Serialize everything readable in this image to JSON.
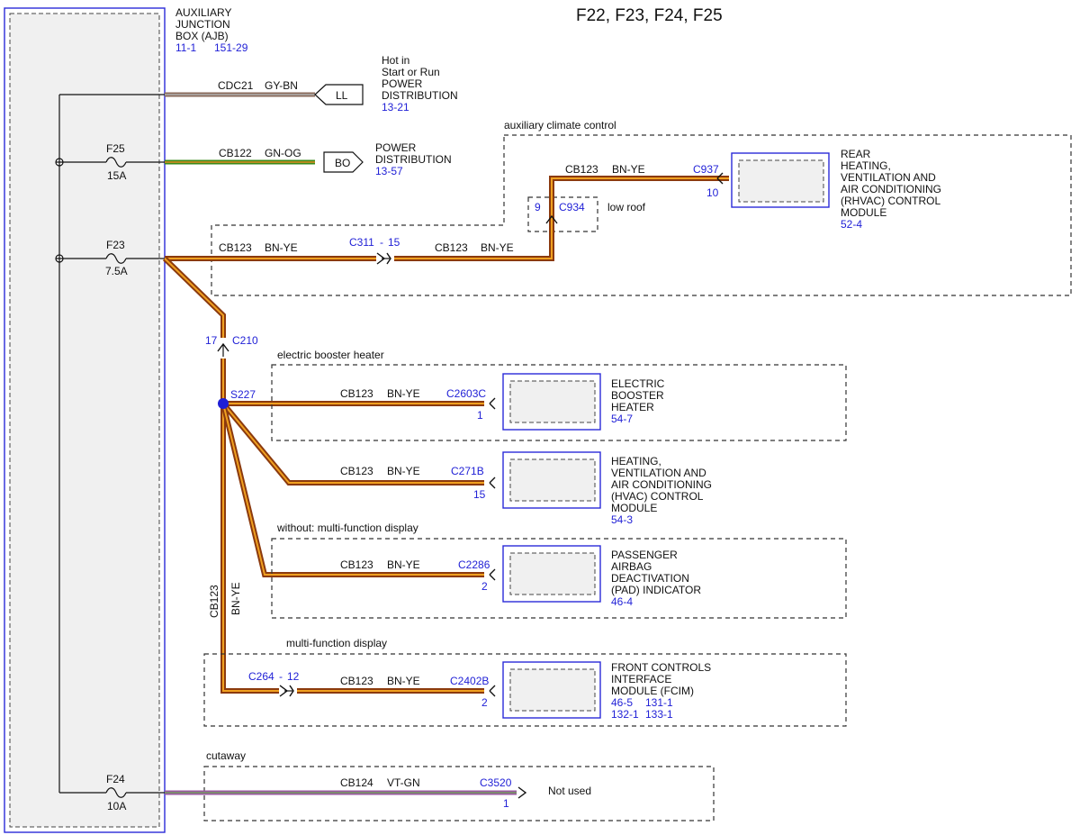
{
  "page_title": "F22, F23, F24, F25",
  "ajb": {
    "name_lines": [
      "AUXILIARY",
      "JUNCTION",
      "BOX (AJB)"
    ],
    "refs": [
      "11-1",
      "151-29"
    ]
  },
  "fuses": {
    "f25": {
      "id": "F25",
      "rating": "15A"
    },
    "f23": {
      "id": "F23",
      "rating": "7.5A"
    },
    "f24": {
      "id": "F24",
      "rating": "10A"
    }
  },
  "wire_ll": {
    "circuit": "CDC21",
    "color": "GY-BN",
    "connector": "LL",
    "desc": [
      "Hot in",
      "Start or Run",
      "POWER",
      "DISTRIBUTION"
    ],
    "ref": "13-21"
  },
  "wire_bo": {
    "circuit": "CB122",
    "color": "GN-OG",
    "connector": "BO",
    "desc": [
      "POWER",
      "DISTRIBUTION"
    ],
    "ref": "13-57"
  },
  "aux_climate": {
    "label": "auxiliary climate control",
    "circuit": "CB123",
    "color": "BN-YE",
    "inline_connector": "C311",
    "inline_pin": "15",
    "low_roof_label": "low roof",
    "c934_pin": "9",
    "c934": "C934",
    "connector": "C937",
    "pin": "10",
    "module_lines": [
      "REAR",
      "HEATING,",
      "VENTILATION AND",
      "AIR CONDITIONING",
      "(RHVAC) CONTROL",
      "MODULE"
    ],
    "module_ref": "52-4"
  },
  "c210": {
    "pin": "17",
    "name": "C210"
  },
  "splice": {
    "name": "S227",
    "trunk_circuit": "CB123",
    "trunk_color": "BN-YE"
  },
  "booster": {
    "label": "electric booster heater",
    "circuit": "CB123",
    "color": "BN-YE",
    "connector": "C2603C",
    "pin": "1",
    "module_lines": [
      "ELECTRIC",
      "BOOSTER",
      "HEATER"
    ],
    "module_ref": "54-7"
  },
  "hvac": {
    "circuit": "CB123",
    "color": "BN-YE",
    "connector": "C271B",
    "pin": "15",
    "module_lines": [
      "HEATING,",
      "VENTILATION AND",
      "AIR CONDITIONING",
      "(HVAC) CONTROL",
      "MODULE"
    ],
    "module_ref": "54-3"
  },
  "pad": {
    "label": "without: multi-function display",
    "circuit": "CB123",
    "color": "BN-YE",
    "connector": "C2286",
    "pin": "2",
    "module_lines": [
      "PASSENGER",
      "AIRBAG",
      "DEACTIVATION",
      "(PAD) INDICATOR"
    ],
    "module_ref": "46-4"
  },
  "fcim": {
    "label": "multi-function display",
    "inline_connector": "C264",
    "inline_pin": "12",
    "circuit": "CB123",
    "color": "BN-YE",
    "connector": "C2402B",
    "pin": "2",
    "module_lines": [
      "FRONT CONTROLS",
      "INTERFACE",
      "MODULE (FCIM)"
    ],
    "module_refs": [
      "46-5",
      "131-1",
      "132-1",
      "133-1"
    ]
  },
  "cutaway": {
    "label": "cutaway",
    "circuit": "CB124",
    "color": "VT-GN",
    "connector": "C3520",
    "pin": "1",
    "end_text": "Not used"
  },
  "colors": {
    "bn_ye_outer": "#8b3a0e",
    "bn_ye_inner": "#f0a020",
    "gy_bn": "#8a6a5a",
    "gn_og": "#3a8a1a",
    "vt_gn": "#9a5aa0",
    "module_border": "#2a2ad8",
    "ref_text": "#1f1fd6"
  }
}
